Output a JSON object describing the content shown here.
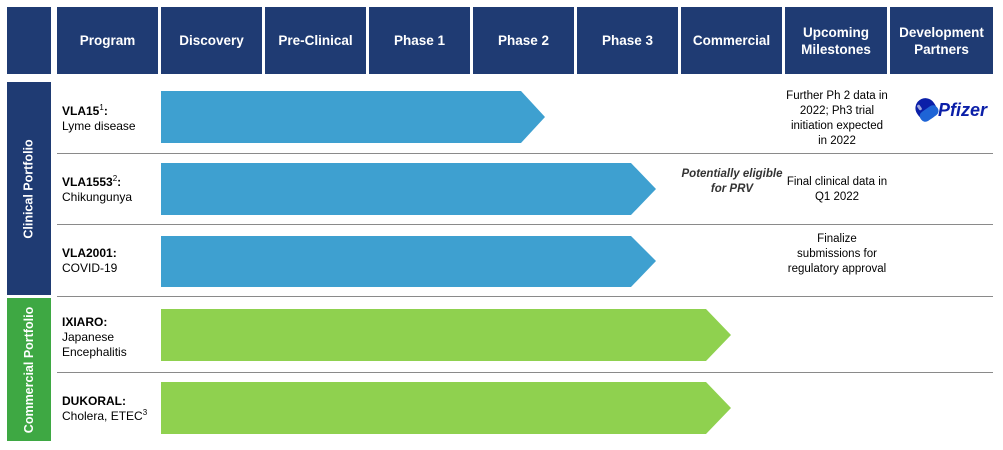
{
  "header": {
    "program": "Program",
    "discovery": "Discovery",
    "pre_clinical": "Pre-Clinical",
    "phase1": "Phase 1",
    "phase2": "Phase 2",
    "phase3": "Phase 3",
    "commercial": "Commercial",
    "milestones": "Upcoming Milestones",
    "partners": "Development Partners"
  },
  "sections": {
    "clinical": "Clinical Portfolio",
    "commercial": "Commercial Portfolio"
  },
  "programs": [
    {
      "name": "VLA15",
      "sup": "1",
      "indication": "Lyme disease",
      "stage": "Phase 2",
      "milestone": "Further Ph 2 data in 2022; Ph3 trial initiation expected in 2022",
      "note": "",
      "partner": "Pfizer"
    },
    {
      "name": "VLA1553",
      "sup": "2",
      "indication": "Chikungunya",
      "stage": "Phase 3",
      "milestone": "Final clinical data in Q1 2022",
      "note": "Potentially eligible for PRV",
      "partner": ""
    },
    {
      "name": "VLA2001",
      "sup": "",
      "indication": "COVID-19",
      "stage": "Phase 3",
      "milestone": "Finalize submissions for regulatory approval",
      "note": "",
      "partner": ""
    },
    {
      "name": "IXIARO",
      "sup": "",
      "indication_line1": "Japanese",
      "indication_line2": "Encephalitis",
      "stage": "Commercial",
      "milestone": "",
      "partner": ""
    },
    {
      "name": "DUKORAL",
      "sup": "",
      "indication": "Cholera, ETEC",
      "indication_sup": "3",
      "stage": "Commercial",
      "milestone": "",
      "partner": ""
    }
  ],
  "colors": {
    "header_bg": "#1f3b73",
    "clinical_bar": "#1f3b73",
    "commercial_bar": "#3ea843",
    "clinical_arrow": "#3ea0d0",
    "commercial_arrow": "#8fd14f",
    "pfizer_blue": "#0b1fa8"
  }
}
